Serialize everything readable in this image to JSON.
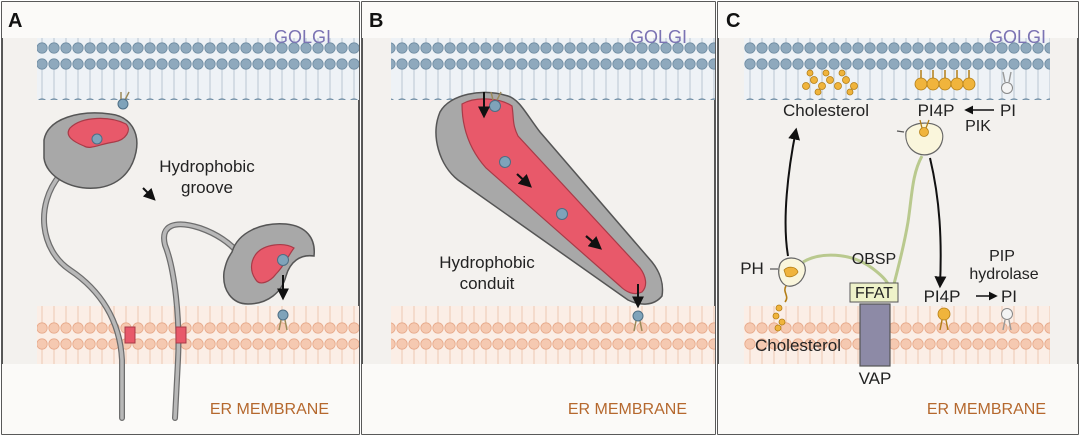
{
  "panels": {
    "a": {
      "letter": "A",
      "golgi_label": "GOLGI",
      "er_label": "ER MEMBRANE",
      "feature_line1": "Hydrophobic",
      "feature_line2": "groove"
    },
    "b": {
      "letter": "B",
      "golgi_label": "GOLGI",
      "er_label": "ER MEMBRANE",
      "feature_line1": "Hydrophobic",
      "feature_line2": "conduit"
    },
    "c": {
      "letter": "C",
      "golgi_label": "GOLGI",
      "er_label": "ER MEMBRANE",
      "cholesterol_top": "Cholesterol",
      "pi4p_top": "PI4P",
      "pi_top": "PI",
      "pik": "PIK",
      "ph": "PH",
      "obsp": "OBSP",
      "ffat": "FFAT",
      "pip_line1": "PIP",
      "pip_line2": "hydrolase",
      "pi4p_bottom": "PI4P",
      "pi_bottom": "PI",
      "cholesterol_bottom": "Cholesterol",
      "vap": "VAP"
    }
  },
  "colors": {
    "golgi_text": "#7b73b3",
    "er_text": "#b5682e",
    "golgi_head": "#8fa9bd",
    "er_head": "#f5c9b1",
    "protein_gray": "#a8a8a8",
    "channel_red": "#e8596a",
    "lipid_blue": "#7fa3ba",
    "pi4p_gold": "#f0b43c",
    "linker_green": "#b9c98e",
    "vap_purple": "#8d8aa6",
    "ffat_fill": "#eef2c9"
  }
}
